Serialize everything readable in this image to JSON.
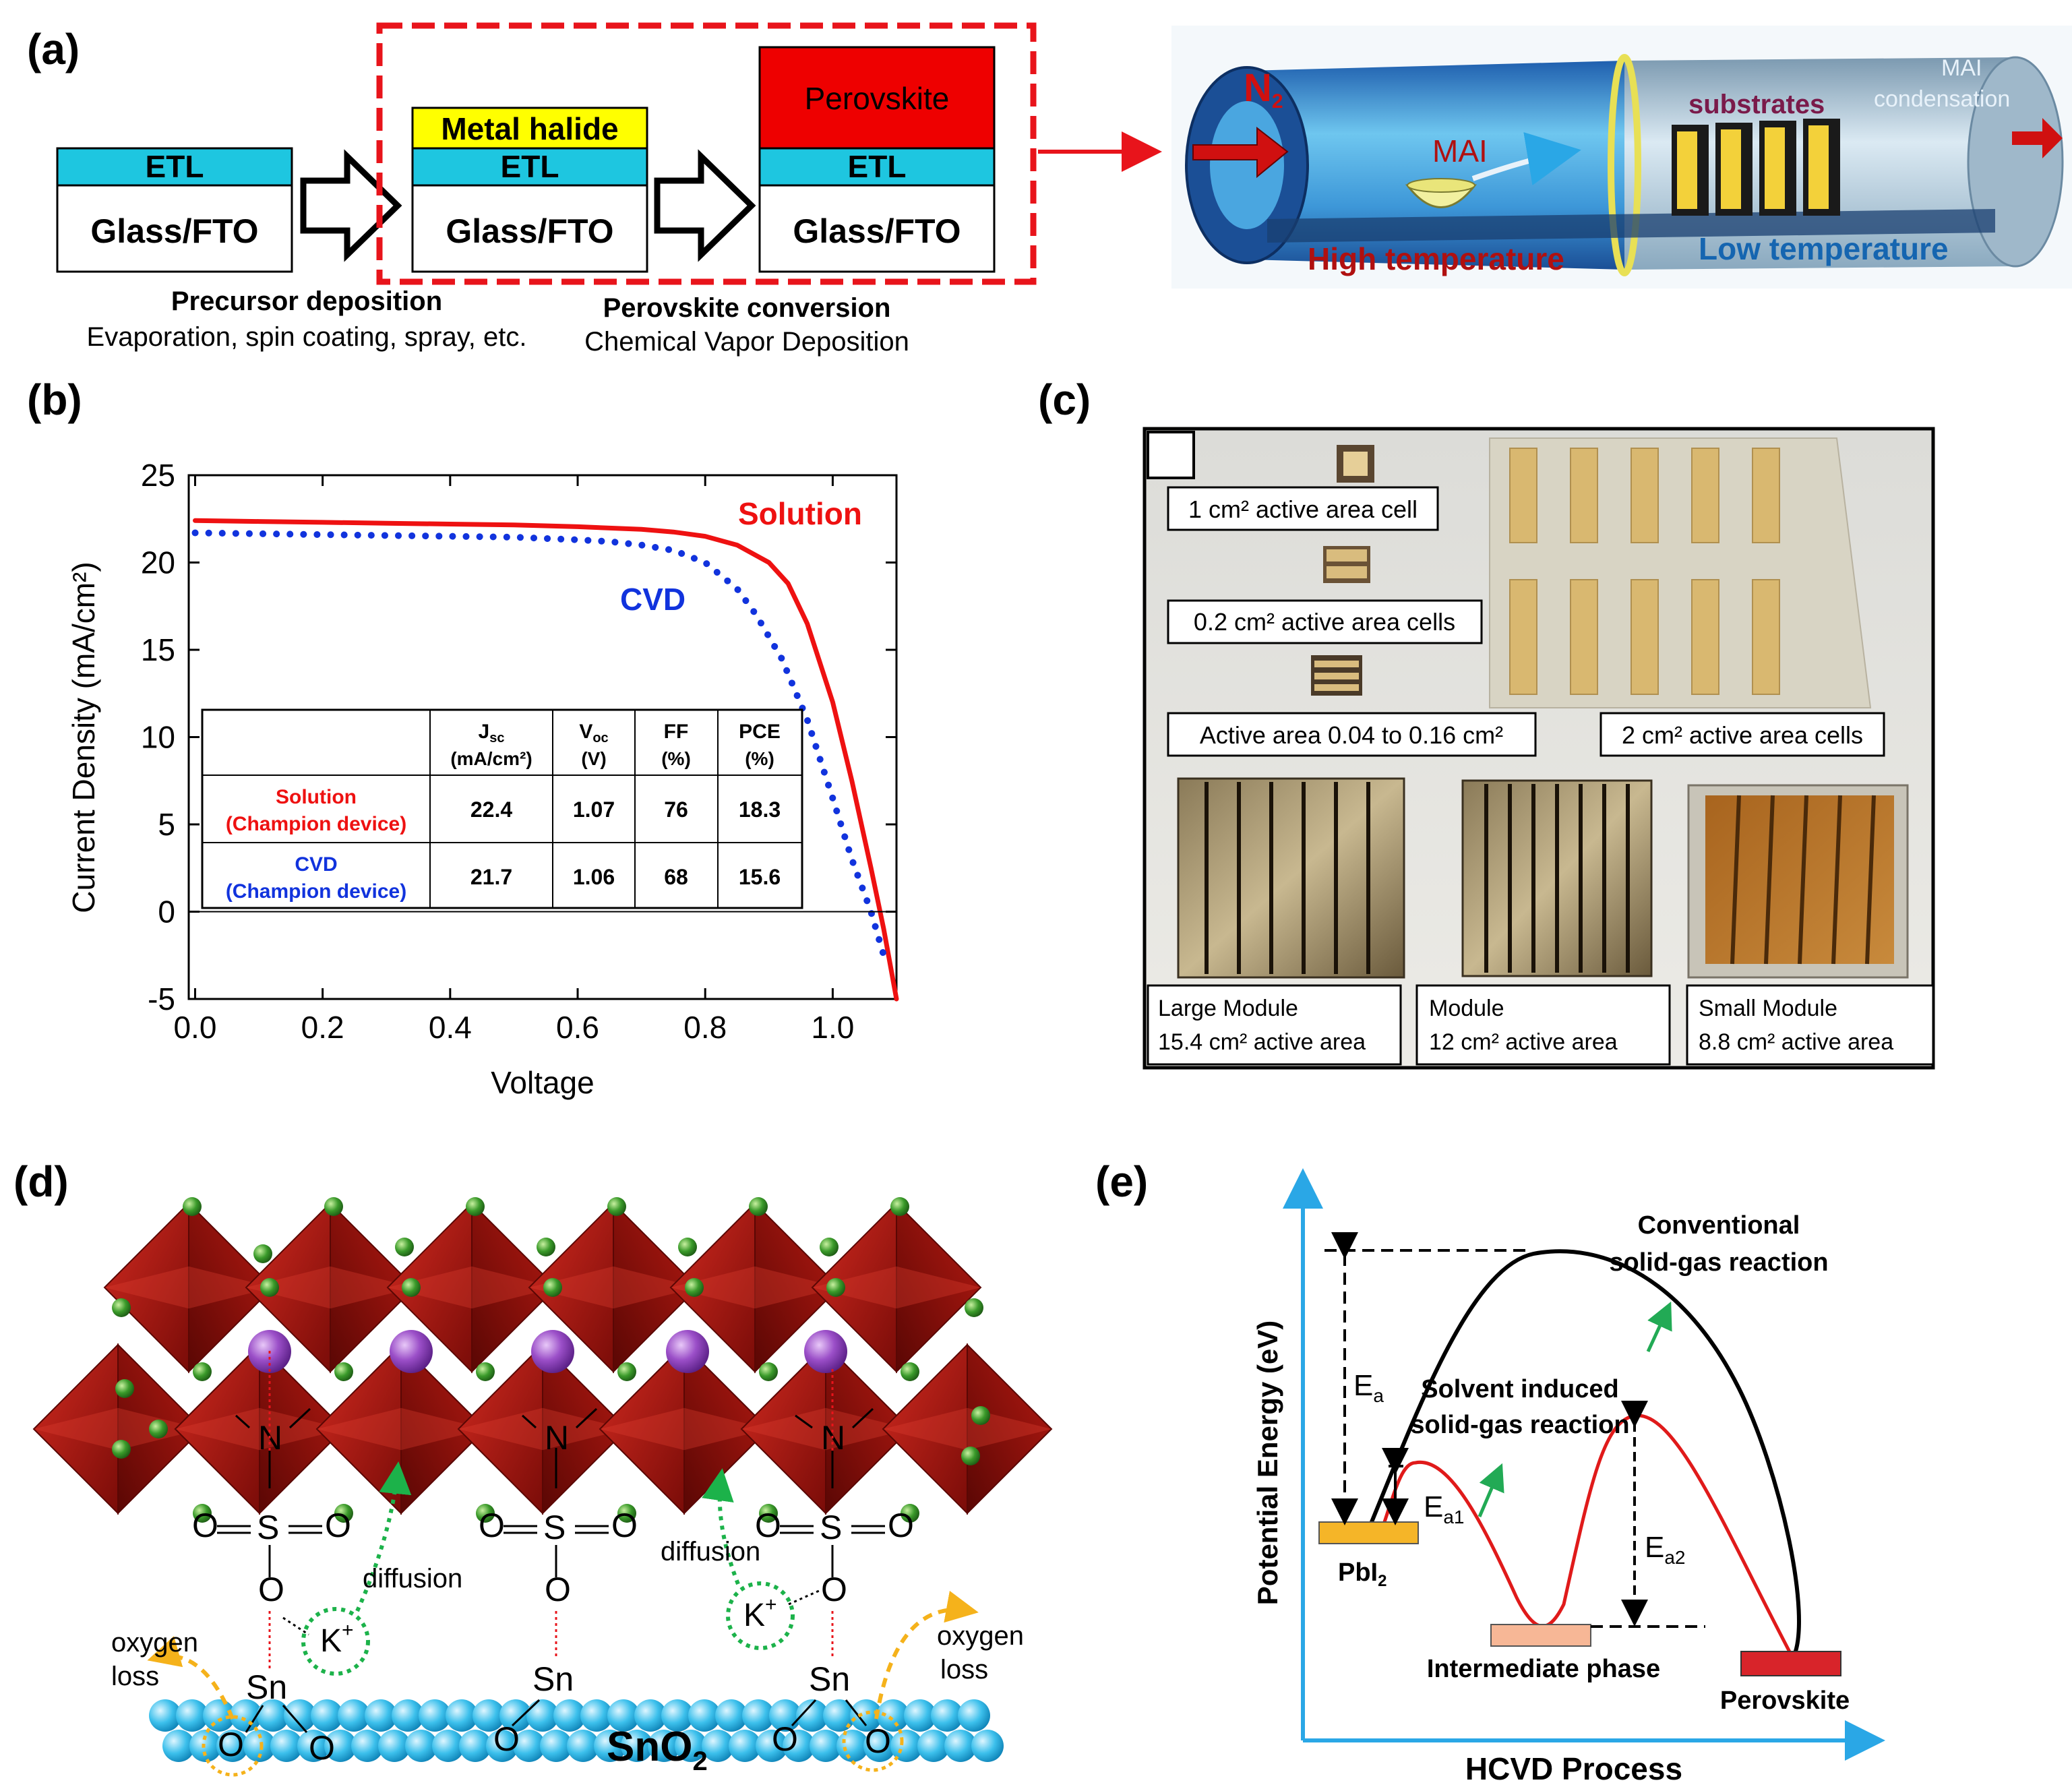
{
  "panels": {
    "a": "(a)",
    "b": "(b)",
    "c": "(c)",
    "d": "(d)",
    "e": "(e)"
  },
  "panel_a": {
    "layer_etl": "ETL",
    "layer_glass": "Glass/FTO",
    "layer_metal_halide": "Metal halide",
    "layer_perovskite": "Perovskite",
    "step1_title": "Precursor deposition",
    "step1_sub": "Evaporation, spin coating, spray, etc.",
    "step2_title": "Perovskite conversion",
    "step2_sub": "Chemical Vapor Deposition",
    "furnace": {
      "gas": "N",
      "gas_sub": "2",
      "source": "MAI",
      "substrates": "substrates",
      "condensation_1": "MAI",
      "condensation_2": "condensation",
      "hot": "High temperature",
      "cold": "Low temperature"
    },
    "colors": {
      "etl": "#1ec6e0",
      "metal_halide": "#ffff00",
      "perovskite": "#ee0000",
      "dash": "#e8141b"
    }
  },
  "panel_b": {
    "table": {
      "headers": [
        {
          "main": "J",
          "sub": "sc",
          "unit": "(mA/cm²)"
        },
        {
          "main": "V",
          "sub": "oc",
          "unit": "(V)"
        },
        {
          "main": "FF",
          "sub": "",
          "unit": "(%)"
        },
        {
          "main": "PCE",
          "sub": "",
          "unit": "(%)"
        }
      ],
      "rows": [
        {
          "name": "Solution",
          "note": "(Champion device)",
          "values": [
            "22.4",
            "1.07",
            "76",
            "18.3"
          ],
          "color": "#ee1111"
        },
        {
          "name": "CVD",
          "note": "(Champion device)",
          "values": [
            "21.7",
            "1.06",
            "68",
            "15.6"
          ],
          "color": "#1133dd"
        }
      ]
    }
  },
  "chart_data": {
    "type": "line",
    "xlabel": "Voltage",
    "ylabel": "Current Density (mA/cm²)",
    "xlim": [
      -0.01,
      1.1
    ],
    "ylim": [
      -5,
      25
    ],
    "xticks": [
      "0.0",
      "0.2",
      "0.4",
      "0.6",
      "0.8",
      "1.0"
    ],
    "xtick_values": [
      0,
      0.2,
      0.4,
      0.6,
      0.8,
      1.0
    ],
    "yticks": [
      "-5",
      "0",
      "5",
      "10",
      "15",
      "20",
      "25"
    ],
    "ytick_values": [
      -5,
      0,
      5,
      10,
      15,
      20,
      25
    ],
    "series": [
      {
        "name": "Solution",
        "color": "#ee1111",
        "style": "solid",
        "x": [
          0,
          0.1,
          0.2,
          0.3,
          0.4,
          0.5,
          0.6,
          0.7,
          0.75,
          0.8,
          0.85,
          0.9,
          0.93,
          0.96,
          1.0,
          1.03,
          1.06,
          1.08,
          1.1
        ],
        "y": [
          22.4,
          22.35,
          22.3,
          22.25,
          22.2,
          22.15,
          22.05,
          21.9,
          21.75,
          21.5,
          21.0,
          20.0,
          18.8,
          16.5,
          12.0,
          7.5,
          2.5,
          -1.0,
          -5.0
        ]
      },
      {
        "name": "CVD",
        "color": "#1133dd",
        "style": "dotted",
        "x": [
          0,
          0.1,
          0.2,
          0.3,
          0.4,
          0.5,
          0.6,
          0.65,
          0.7,
          0.75,
          0.8,
          0.85,
          0.88,
          0.92,
          0.96,
          1.0,
          1.03,
          1.06,
          1.08
        ],
        "y": [
          21.7,
          21.65,
          21.6,
          21.55,
          21.5,
          21.45,
          21.3,
          21.2,
          21.0,
          20.7,
          20.0,
          18.5,
          17.0,
          14.5,
          11.0,
          6.5,
          3.0,
          0.0,
          -2.5
        ]
      }
    ]
  },
  "panel_c": {
    "corner_label": "",
    "labels": {
      "cell_1": "1 cm² active area cell",
      "cell_02": "0.2 cm² active area cells",
      "cell_small": "Active area 0.04 to 0.16 cm²",
      "cells_2": "2 cm² active area cells",
      "large_module_1": "Large Module",
      "large_module_2": "15.4 cm² active area",
      "module_1": "Module",
      "module_2": "12 cm² active area",
      "small_module_1": "Small Module",
      "small_module_2": "8.8 cm² active area"
    }
  },
  "panel_d": {
    "n": "N",
    "s": "S",
    "o": "O",
    "sn": "Sn",
    "k": "K",
    "plus": "+",
    "diffusion": "diffusion",
    "oxygen": "oxygen",
    "loss": "loss",
    "sno2": "SnO",
    "sno2_sub": "2"
  },
  "panel_e": {
    "conv_1": "Conventional",
    "conv_2": "solid-gas reaction",
    "solv_1": "Solvent induced",
    "solv_2": "solid-gas reaction",
    "ea": "E",
    "ea_sub": "a",
    "ea1_sub": "a1",
    "ea2_sub": "a2",
    "pbi2": "PbI",
    "pbi2_sub": "2",
    "intermediate": "Intermediate phase",
    "perovskite": "Perovskite",
    "ylabel": "Potential Energy (eV)",
    "xlabel": "HCVD Process"
  }
}
